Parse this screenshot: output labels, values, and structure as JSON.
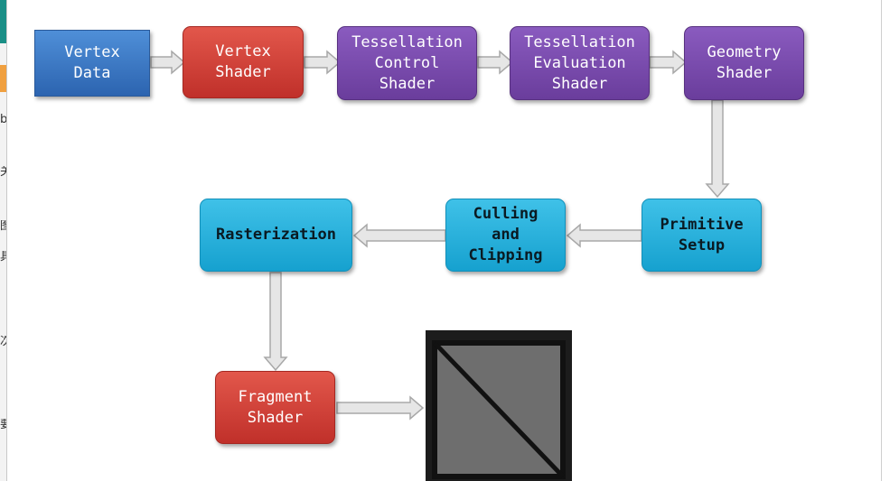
{
  "pipeline": {
    "vertex_data": "Vertex\nData",
    "vertex_shader": "Vertex\nShader",
    "tess_control": "Tessellation\nControl\nShader",
    "tess_eval": "Tessellation\nEvaluation\nShader",
    "geometry_shader": "Geometry\nShader",
    "primitive_setup": "Primitive\nSetup",
    "culling_clipping": "Culling\nand\nClipping",
    "rasterization": "Rasterization",
    "fragment_shader": "Fragment\nShader"
  },
  "colors": {
    "blue": "#2c64b0",
    "red": "#c0302a",
    "purple": "#6a3d9c",
    "cyan": "#16a1cf",
    "arrow_fill": "#e6e6e6",
    "arrow_stroke": "#a8a8a8"
  },
  "left_edge_glyphs": [
    "b",
    "关",
    "图",
    "具",
    "次",
    "要"
  ]
}
